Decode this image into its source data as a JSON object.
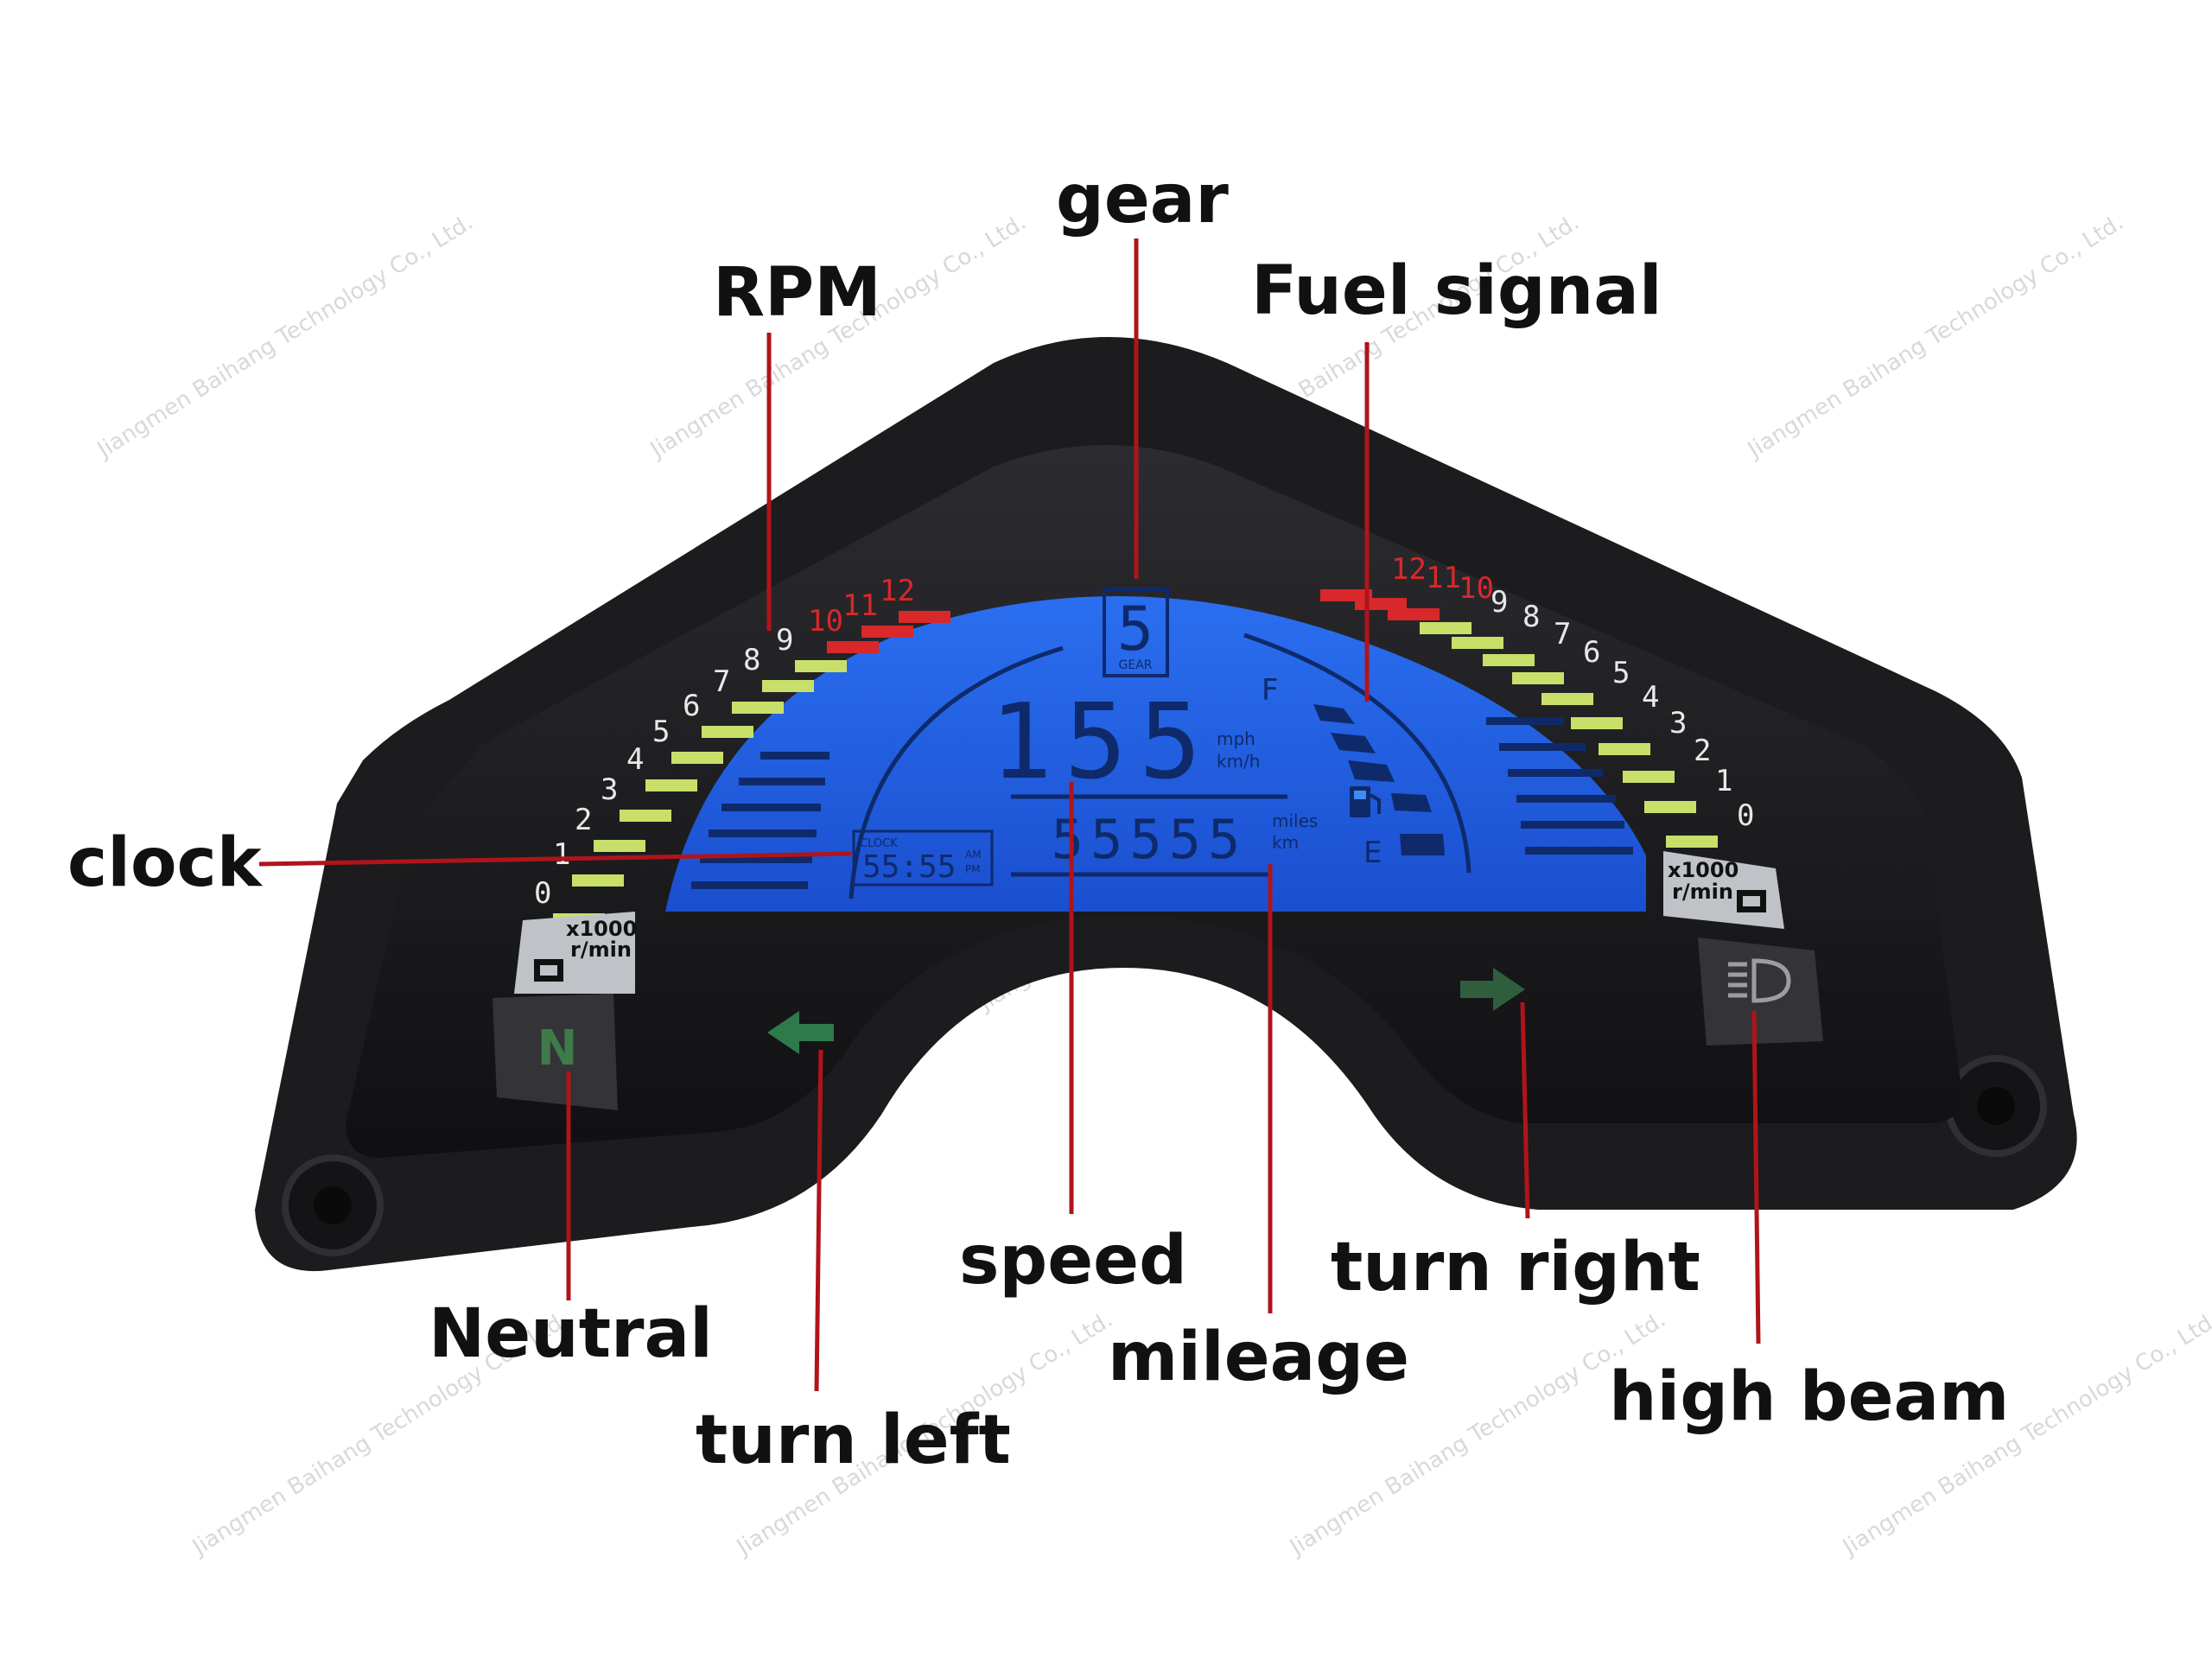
{
  "labels": {
    "gear": "gear",
    "rpm": "RPM",
    "fuel": "Fuel signal",
    "clock": "clock",
    "speed": "speed",
    "mileage": "mileage",
    "neutral": "Neutral",
    "turn_left": "turn left",
    "turn_right": "turn right",
    "high_beam": "high beam"
  },
  "dash": {
    "gear_value": "5",
    "gear_caption": "GEAR",
    "speed_value": "155",
    "speed_units_1": "mph",
    "speed_units_2": "km/h",
    "odo_value": "55555",
    "odo_units_1": "miles",
    "odo_units_2": "km",
    "clock_caption": "CLOCK",
    "clock_value": "55:55",
    "clock_am": "AM",
    "clock_pm": "PM",
    "fuel_full": "F",
    "fuel_empty": "E",
    "rpm_unit_1": "x1000",
    "rpm_unit_2": "r/min",
    "rpm_ticks_left": [
      "0",
      "1",
      "2",
      "3",
      "4",
      "5",
      "6",
      "7",
      "8",
      "9",
      "10",
      "11",
      "12"
    ],
    "rpm_ticks_right": [
      "0",
      "1",
      "2",
      "3",
      "4",
      "5",
      "6",
      "7",
      "8",
      "9",
      "10",
      "11",
      "12"
    ],
    "neutral_symbol": "N"
  },
  "watermark": "Jiangmen Baihang Technology Co., Ltd.",
  "colors": {
    "lcd_blue": "#1e5bd8",
    "lcd_light": "#3f8cf0",
    "housing": "#1c1c1e",
    "rpm_green": "#c8e06a",
    "rpm_red": "#d8282a",
    "leader": "#b0141b",
    "neutral_green": "#3f7a4a",
    "arrow_green": "#2f7a4a"
  }
}
